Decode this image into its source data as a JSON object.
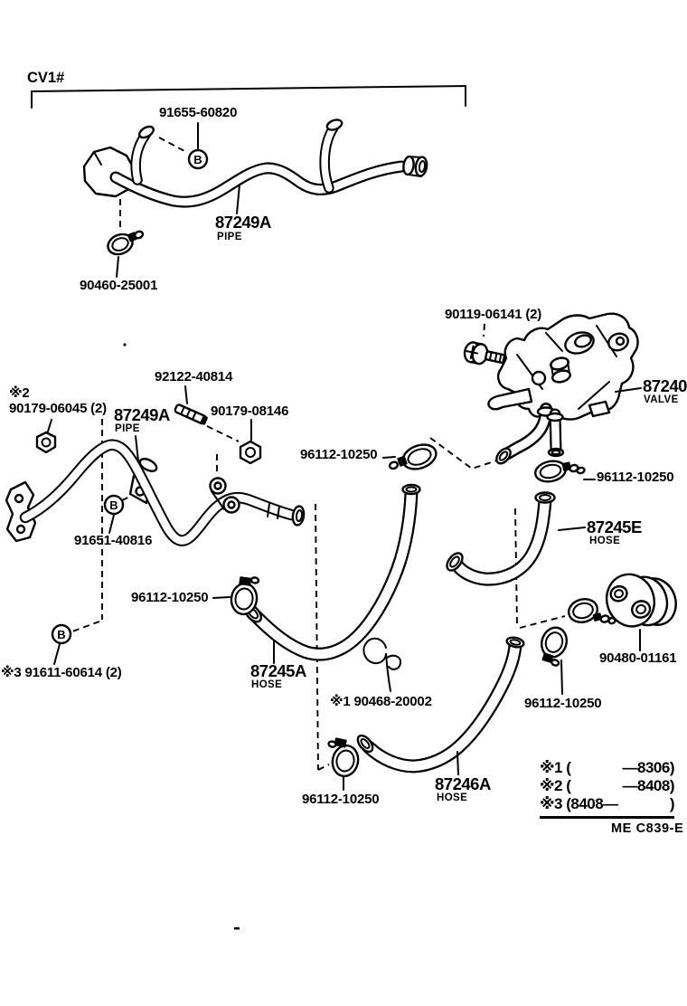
{
  "title_bracket": {
    "label": "CV1#"
  },
  "markers": {
    "bolt": "B"
  },
  "parts": {
    "clip_top": {
      "number": "91655-60820"
    },
    "top_pipe": {
      "number": "87249A",
      "type": "PIPE"
    },
    "clamp_top": {
      "number": "90460-25001"
    },
    "screw_valve": {
      "number": "90119-06141 (2)"
    },
    "valve": {
      "number": "87240",
      "type": "VALVE"
    },
    "nut_flange": {
      "prefix": "※2",
      "number": "90179-06045 (2)"
    },
    "stud": {
      "number": "92122-40814"
    },
    "mid_pipe": {
      "number": "87249A",
      "type": "PIPE"
    },
    "nut_bracket": {
      "number": "90179-08146"
    },
    "clamp_valve_left": {
      "number": "96112-10250"
    },
    "clamp_valve_right": {
      "number": "96112-10250"
    },
    "hose_e": {
      "number": "87245E",
      "type": "HOSE"
    },
    "bolt_tab": {
      "number": "91651-40816"
    },
    "clamp_hose_a": {
      "number": "96112-10250"
    },
    "bolt_flange": {
      "number": "※3 91611-60614 (2)"
    },
    "hose_a": {
      "number": "87245A",
      "type": "HOSE"
    },
    "clip_hose": {
      "number": "※1 90468-20002"
    },
    "grommet": {
      "number": "90480-01161"
    },
    "clamp_grommet": {
      "number": "96112-10250"
    },
    "hose_b": {
      "number": "87246A",
      "type": "HOSE"
    },
    "clamp_hose_b": {
      "number": "96112-10250"
    }
  },
  "legend": {
    "rows": [
      {
        "left": "※1 (",
        "right": "—8306)"
      },
      {
        "left": "※2 (",
        "right": "—8408)"
      },
      {
        "left": "※3 (8408—",
        "right": ")"
      }
    ],
    "code": "ME  C839-E"
  }
}
